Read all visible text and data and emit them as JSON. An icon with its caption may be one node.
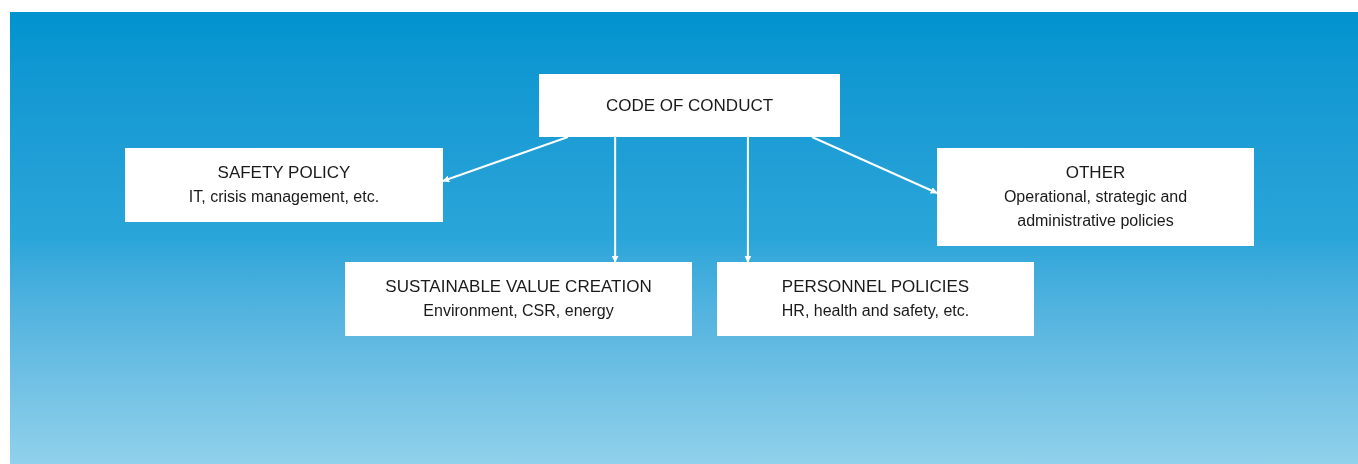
{
  "diagram": {
    "nodes": [
      {
        "text": [
          "CODE OF CONDUCT"
        ]
      },
      {
        "text": [
          "SAFETY POLICY",
          "IT, crisis management, etc."
        ]
      },
      {
        "text": [
          "SUSTAINABLE VALUE CREATION",
          "Environment, CSR, energy"
        ]
      },
      {
        "text": [
          "PERSONNEL POLICIES",
          "HR, health and safety, etc."
        ]
      },
      {
        "text": [
          "OTHER",
          "Operational, strategic and administrative policies"
        ]
      }
    ],
    "edges": [
      {
        "from": 0,
        "to": 1,
        "arrow": "to"
      },
      {
        "from": 0,
        "to": 2,
        "arrow": "to"
      },
      {
        "from": 0,
        "to": 3,
        "arrow": "to"
      },
      {
        "from": 0,
        "to": 4,
        "arrow": "to"
      }
    ]
  }
}
